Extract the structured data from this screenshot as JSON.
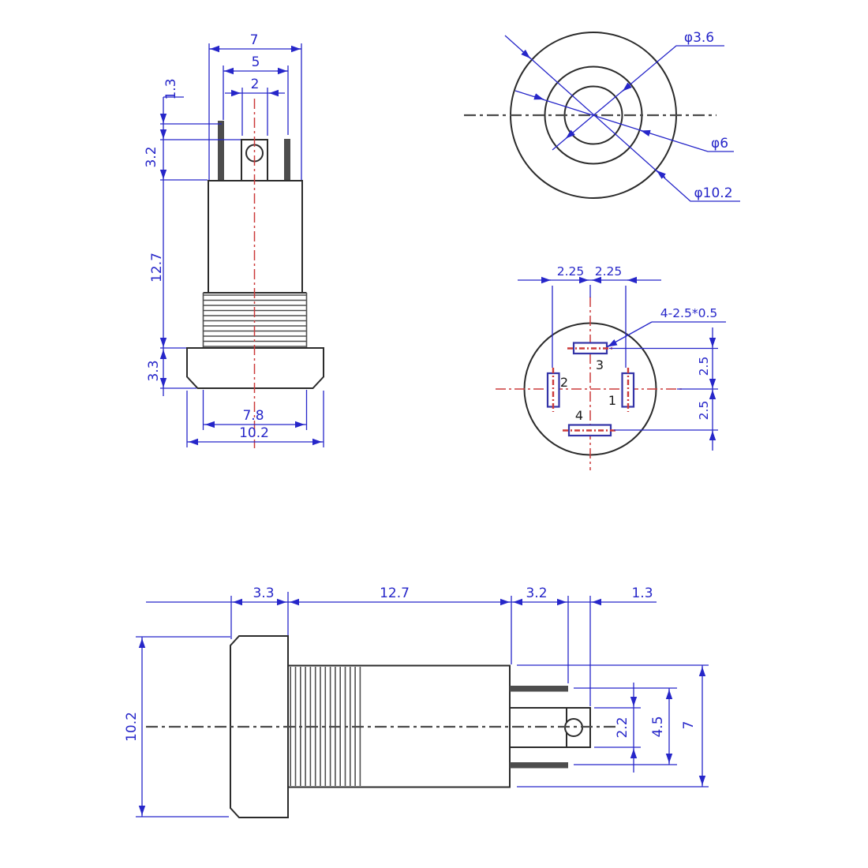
{
  "front_view": {
    "dims": {
      "width": "7",
      "pin_span": "5",
      "tab_width": "2",
      "pin_extension": "1.3",
      "tab_height": "3.2",
      "body_length": "12.7",
      "head_height": "3.3",
      "thread_diameter": "7.8",
      "head_diameter": "10.2"
    }
  },
  "top_view": {
    "dims": {
      "lens_diameter": "φ3.6",
      "inner_diameter": "φ6",
      "outer_diameter": "φ10.2"
    }
  },
  "pin_view": {
    "dims": {
      "pitch_left": "2.25",
      "pitch_right": "2.25",
      "slot_spec": "4-2.5*0.5",
      "upper_offset": "2.5",
      "lower_offset": "2.5"
    },
    "pins": {
      "p1": "1",
      "p2": "2",
      "p3": "3",
      "p4": "4"
    }
  },
  "side_view": {
    "dims": {
      "head_height": "3.3",
      "body_length": "12.7",
      "pin_length": "3.2",
      "tab_extension": "1.3",
      "head_diameter": "10.2",
      "tab_width": "2.2",
      "pin_spacing": "4.5",
      "body_diameter": "7"
    }
  },
  "colors": {
    "dimension_blue": "#2626c9",
    "outline_dark": "#2b2b2b",
    "centerline_red": "#cc3a3a"
  }
}
